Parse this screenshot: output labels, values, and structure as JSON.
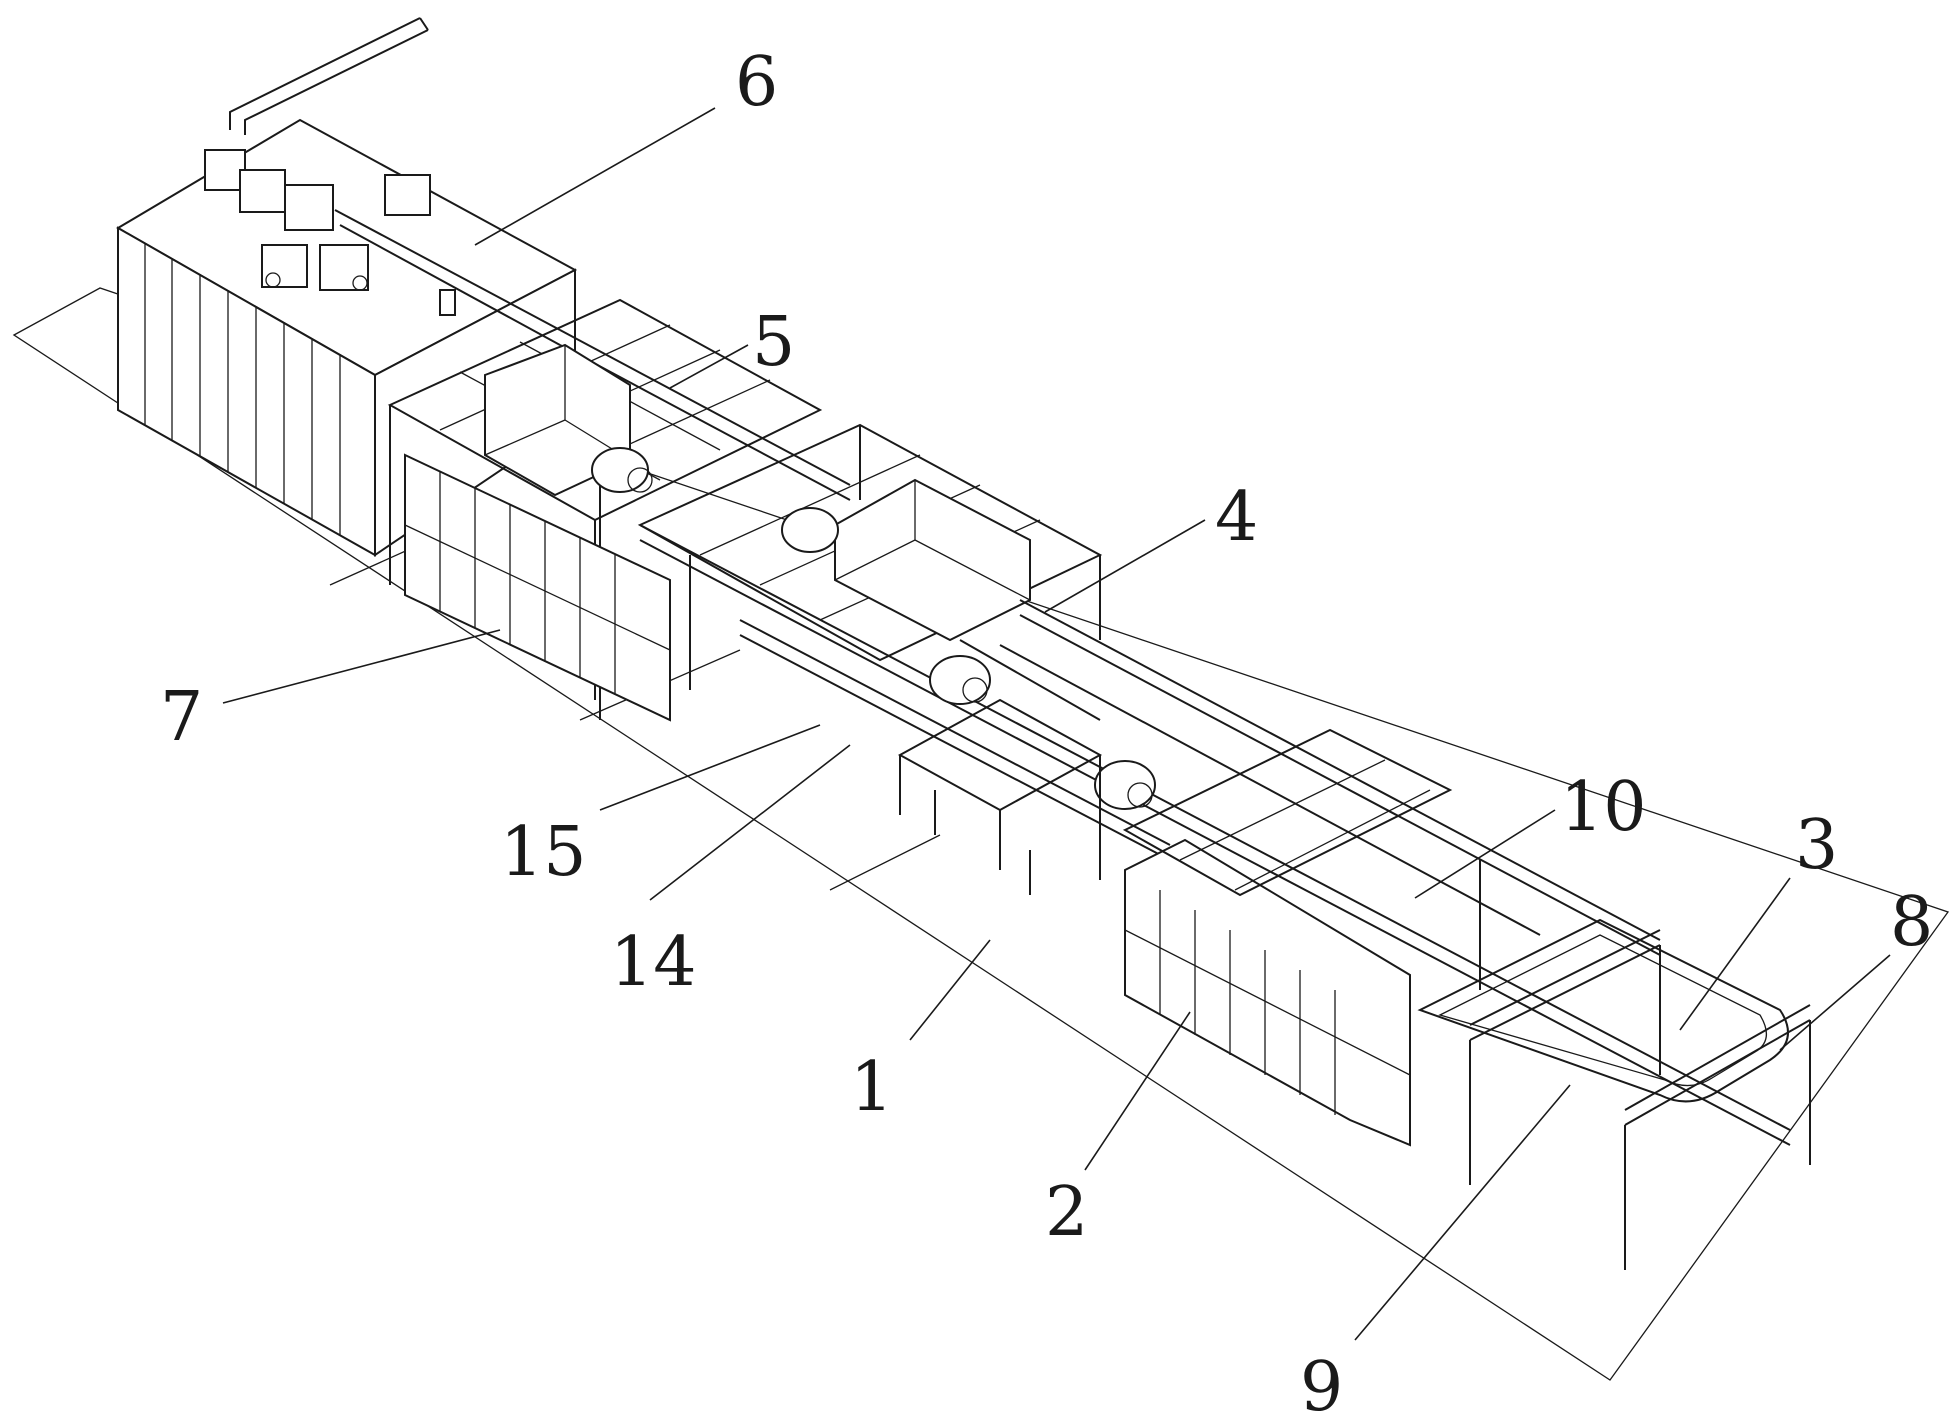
{
  "figure": {
    "callouts": [
      {
        "id": "1",
        "text": "1"
      },
      {
        "id": "2",
        "text": "2"
      },
      {
        "id": "3",
        "text": "3"
      },
      {
        "id": "4",
        "text": "4"
      },
      {
        "id": "5",
        "text": "5"
      },
      {
        "id": "6",
        "text": "6"
      },
      {
        "id": "7",
        "text": "7"
      },
      {
        "id": "8",
        "text": "8"
      },
      {
        "id": "9",
        "text": "9"
      },
      {
        "id": "10",
        "text": "10"
      },
      {
        "id": "14",
        "text": "14"
      },
      {
        "id": "15",
        "text": "15"
      }
    ]
  },
  "colors": {
    "line": "#1a1a1a",
    "background": "#ffffff"
  }
}
